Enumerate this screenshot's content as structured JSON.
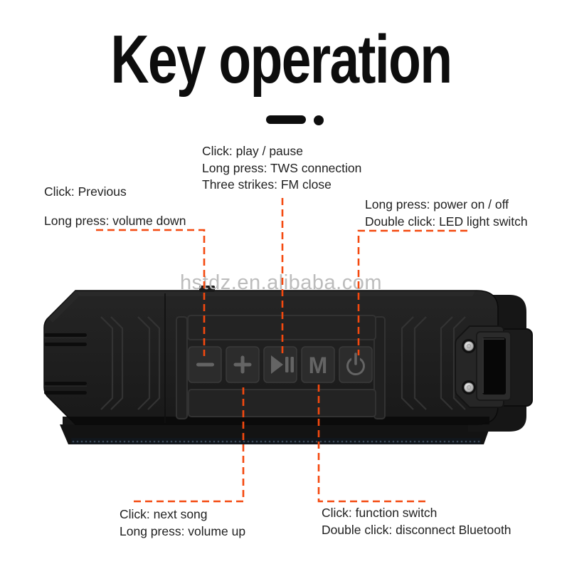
{
  "title": "Key operation",
  "watermark": "hstdz.en.alibaba.com",
  "colors": {
    "accent_dashed_line": "#f4490f",
    "title_text": "#0d0d0d",
    "callout_text": "#1f1f1f",
    "watermark_text": "#b9b9b9",
    "speaker_body": "#1e1e1e",
    "button_glyph": "#646464"
  },
  "callouts": {
    "previous": {
      "lines": [
        "Click: Previous",
        "Long press: volume down"
      ]
    },
    "play_pause": {
      "lines": [
        "Click: play / pause",
        "Long press: TWS connection",
        "Three strikes: FM close"
      ]
    },
    "power": {
      "lines": [
        "Long press: power on / off",
        "Double click: LED light switch"
      ]
    },
    "next": {
      "lines": [
        "Click: next song",
        "Long press: volume up"
      ]
    },
    "function": {
      "lines": [
        "Click: function switch",
        "Double click: disconnect Bluetooth"
      ]
    }
  },
  "speaker": {
    "mode_label": "M",
    "buttons": [
      {
        "name": "volume-down",
        "glyph": "minus"
      },
      {
        "name": "volume-up",
        "glyph": "plus"
      },
      {
        "name": "play-pause",
        "glyph": "play-pause"
      },
      {
        "name": "mode",
        "glyph": "M"
      },
      {
        "name": "power",
        "glyph": "power"
      }
    ]
  }
}
